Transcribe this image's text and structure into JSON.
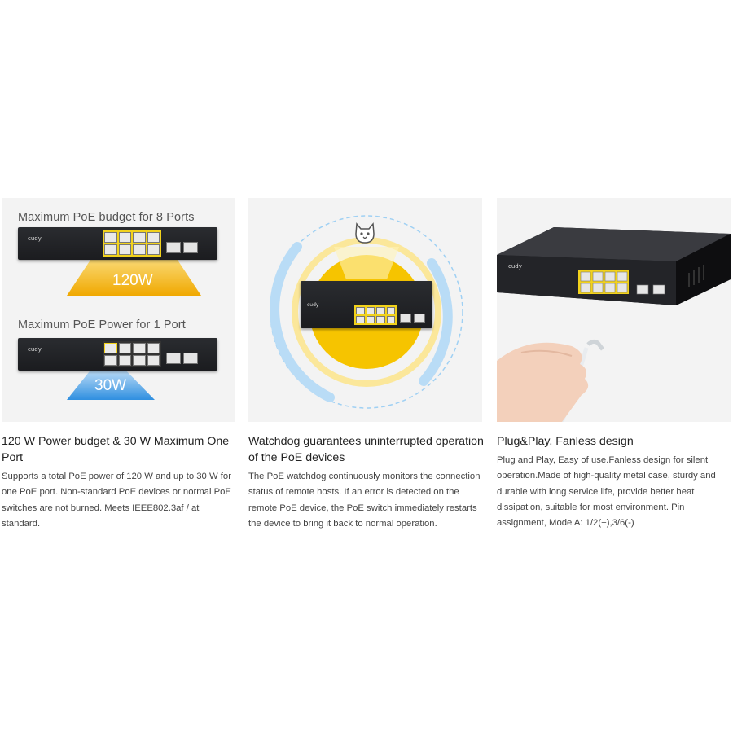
{
  "panels": [
    {
      "top_title": "Maximum PoE budget for 8 Ports",
      "top_watt": "120W",
      "bottom_title": "Maximum PoE Power for 1 Port",
      "bottom_watt": "30W",
      "switch_brand": "cudy",
      "heading": "120 W Power budget & 30 W Maximum One Port",
      "body": "Supports a total PoE power of 120 W and up to 30 W for one PoE port. Non-standard PoE devices or normal PoE switches are not burned. Meets IEEE802.3af / at standard."
    },
    {
      "switch_brand": "cudy",
      "icon": "dog-face-icon",
      "heading": "Watchdog guarantees uninterrupted operation of the PoE devices",
      "body": "The PoE watchdog continuously monitors the connection status of remote hosts. If an error is detected on the remote PoE device, the PoE switch immediately restarts the device to bring it back to normal operation."
    },
    {
      "switch_brand": "cudy",
      "heading": "Plug&Play, Fanless design",
      "body": "Plug and Play, Easy of use.Fanless design for silent operation.Made of high-quality metal case, sturdy and durable with long service life, provide better heat dissipation, suitable for most environment. Pin assignment, Mode A: 1/2(+),3/6(-)"
    }
  ],
  "colors": {
    "poe_yellow": "#f2d21c",
    "beam_orange": "#f0b000",
    "beam_blue": "#2f8fe0",
    "ring_blue": "#9fd0f3"
  }
}
